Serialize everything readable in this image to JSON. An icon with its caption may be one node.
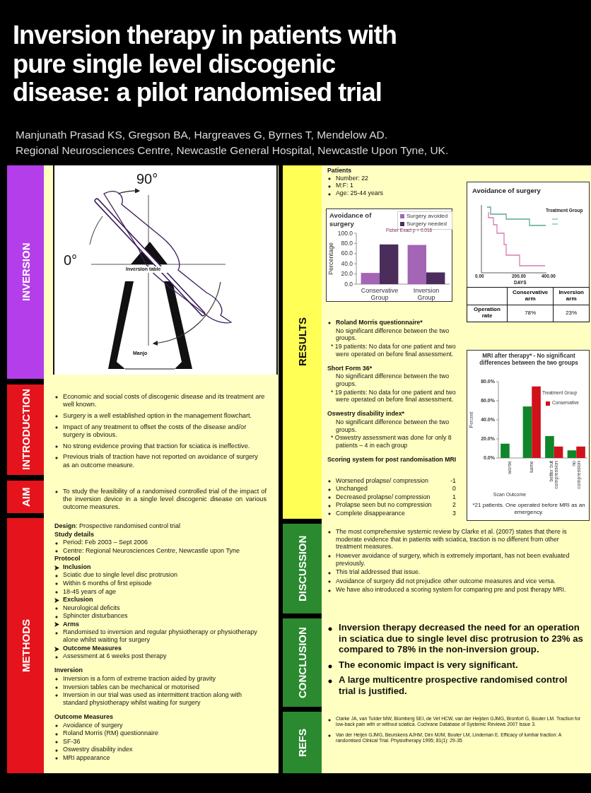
{
  "diagram": {
    "title": "Inversion therapy in patients with pure single level discogenic disease: a pilot randomised trial",
    "nodes": [
      {
        "text": [
          "INVERSION"
        ]
      },
      {
        "text": [
          "INTRODUCTION"
        ]
      },
      {
        "text": [
          "AIM"
        ]
      },
      {
        "text": [
          "METHODS"
        ]
      },
      {
        "text": [
          "RESULTS"
        ]
      },
      {
        "text": [
          "DISCUSSION"
        ]
      },
      {
        "text": [
          "CONCLUSION"
        ]
      },
      {
        "text": [
          "REFS"
        ]
      }
    ],
    "labels": [
      "Manjunath Prasad KS, Gregson BA, Hargreaves G, Byrnes T, Mendelow AD.",
      "Regional Neurosciences Centre, Newcastle General Hospital, Newcastle Upon Tyne, UK.",
      "90°",
      "0°",
      "Inversion table",
      "Manjo",
      "Economic and social costs of discogenic disease and its treatment are well known.",
      "Surgery is a well established option in the management flowchart.",
      "Impact of any treatment to offset the costs of the disease and/or surgery is obvious.",
      "No strong evidence proving that traction for sciatica is ineffective.",
      "Previous trials of traction have not reported on avoidance of surgery as an outcome measure.",
      "To study the feasibility of a randomised controlled trial of the impact of the inversion device in a single level discogenic disease on various outcome measures.",
      "**Design**: Prospective randomised control trial",
      "Study details",
      "Period: Feb 2003 – Sept 2006",
      "Centre: Regional Neurosciences Centre, Newcastle upon Tyne",
      "Protocol",
      "Inclusion",
      "Sciatic due to single level disc protrusion",
      "Within 6 months of first episode",
      "18-45 years of age",
      "Exclusion",
      "Neurological deficits",
      "Sphincter disturbances",
      "Arms",
      "Randomised to inversion and regular physiotherapy or physiotherapy alone whilst waiting for surgery",
      "Outcome Measures",
      "Assessment at 6 weeks post therapy",
      "Inversion",
      "Inversion is a form of extreme traction aided by gravity",
      "Inversion tables can be mechanical or motorised",
      "Inversion in our trial was used as intermittent traction along with standard physiotherapy whilst waiting for surgery",
      "Outcome Measures",
      "Avoidance of surgery",
      "Roland Morris (RM) questionnaire",
      "SF-36",
      "Oswestry disability index",
      "MRI appearance",
      "Patients",
      "Number: 22",
      "M:F: 1",
      "Age: 25-44 years",
      "Avoidance of surgery",
      "Treatment Group",
      "0.00",
      "200.00",
      "400.00",
      "DAYS",
      "Conservative arm",
      "Inversion arm",
      "Operation rate",
      "78%",
      "23%",
      "Roland Morris questionnaire*",
      "No significant difference between the two groups.",
      "* 19 patients: No data for one patient and two were operated on before final assessment.",
      "Short Form 36*",
      "No significant difference between the two groups.",
      "* 19 patients: No data for one patient and two were operated on before final assessment.",
      "Oswestry disability index*",
      "No significant difference between the two groups.",
      "* Oswestry assessment was done for only 8 patients – 4 in each group",
      "Scoring system for post randomisation MRI",
      "Worsened prolapse/ compression",
      "Unchanged",
      "Decreased prolapse/ compression",
      "Prolapse seen but no compression",
      "Complete disappearance",
      "-1",
      "0",
      "1",
      "2",
      "3",
      "The most comprehensive systemic review by Clarke et al. (2007) states that there is moderate evidence that in patients with sciatica, traction is no different from other treatment measures.",
      "However avoidance of surgery, which is extremely important, has not been evaluated previously.",
      "This trial addressed that issue.",
      "Avoidance of surgery did not prejudice other outcome measures and vice versa.",
      "We have also introduced a scoring system for comparing pre and post therapy MRI.",
      "Inversion therapy decreased the need for an operation in sciatica due to single level disc protrusion to 23% as compared to 78% in the non-inversion group.",
      "The economic impact is very significant.",
      "A large multicentre prospective randomised control trial is justified.",
      "Clarke JA, van Tulder MW, Blomberg SEI, de Vet HCW, van der Heijden GJMG, Bronfort G, Bouter LM. Traction for low-back pain with or without sciatica. Cochrane Database of Systemic Reviews 2007 Issue 3.",
      "Van der Heijen GJMG, Beurskens AJHM, Dirx MJM, Bouter LM, Lindeman E. Efficacy of lumbar traction: A randomised Clinical Trial. Physiotherapy 1995; 81(1): 29-35"
    ],
    "chart_data": [
      {
        "type": "bar",
        "title": "Avoidance of surgery",
        "ylabel": "Percentage",
        "categories": [
          "Conservative Group",
          "Inversion Group"
        ],
        "series": [
          {
            "name": "Surgery avoided",
            "color": "#a365b5",
            "values": [
              22,
              77
            ]
          },
          {
            "name": "Surgery needed",
            "color": "#4b2d5c",
            "values": [
              78,
              23
            ]
          }
        ],
        "ylim": [
          0,
          100
        ],
        "yticks": [
          {
            "value": 0,
            "label": "0.0"
          },
          {
            "value": 20,
            "label": "20.0"
          },
          {
            "value": 40,
            "label": "40.0"
          },
          {
            "value": 60,
            "label": "60.0"
          },
          {
            "value": 80,
            "label": "80.0"
          },
          {
            "value": 100,
            "label": "100.0"
          }
        ],
        "legend": "upper right",
        "annotations": [
          "Fisher Exact p = 0.016"
        ]
      },
      {
        "type": "bar",
        "title": "MRI after therapy* - No significant differences between the two groups",
        "xlabel": "Scan Outcome",
        "ylabel": "Percent",
        "categories": [
          "worse",
          "same",
          "better but compression",
          "no compression"
        ],
        "series": [
          {
            "name": null,
            "color": "#10862a",
            "values": [
              15,
              54,
              23,
              8
            ]
          },
          {
            "name": "Conservative",
            "color": "#d0121b",
            "values": [
              0,
              75,
              12,
              12
            ]
          }
        ],
        "ylim": [
          0,
          80
        ],
        "yticks": [
          {
            "value": 0,
            "label": "0.0%"
          },
          {
            "value": 20,
            "label": "20.0%"
          },
          {
            "value": 40,
            "label": "40.0%"
          },
          {
            "value": 60,
            "label": "60.0%"
          },
          {
            "value": 80,
            "label": "80.0%"
          }
        ],
        "legend": "right",
        "annotations": [
          "Treatment Group",
          "*21 patients. One operated before MRI as an emergency."
        ]
      }
    ]
  }
}
